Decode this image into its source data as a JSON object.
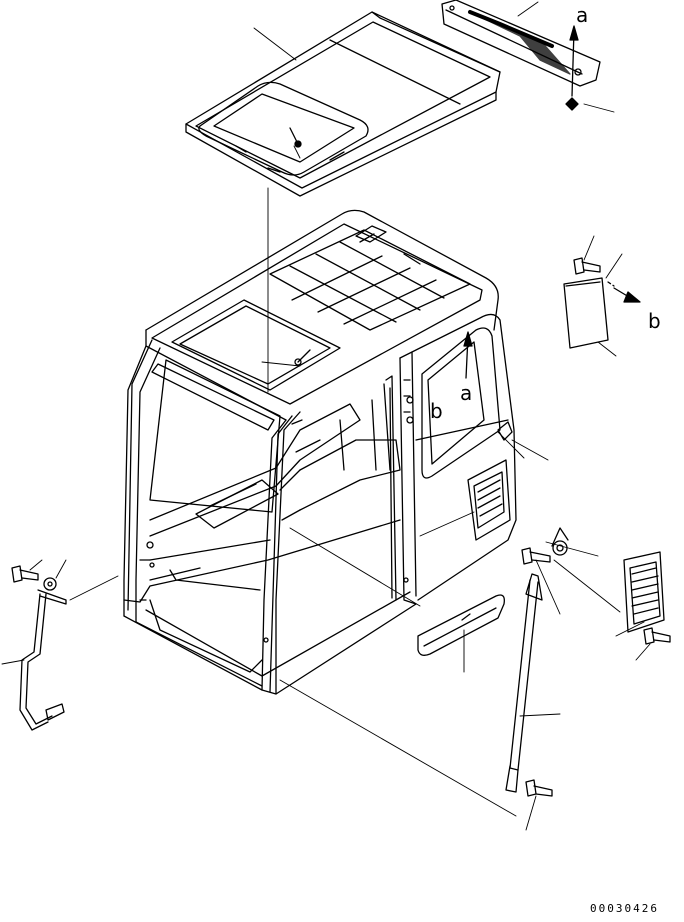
{
  "diagram": {
    "ref_a_top": "a",
    "ref_b_right": "b",
    "ref_a_window": "a",
    "ref_b_window": "b",
    "drawing_code": "00030426"
  }
}
